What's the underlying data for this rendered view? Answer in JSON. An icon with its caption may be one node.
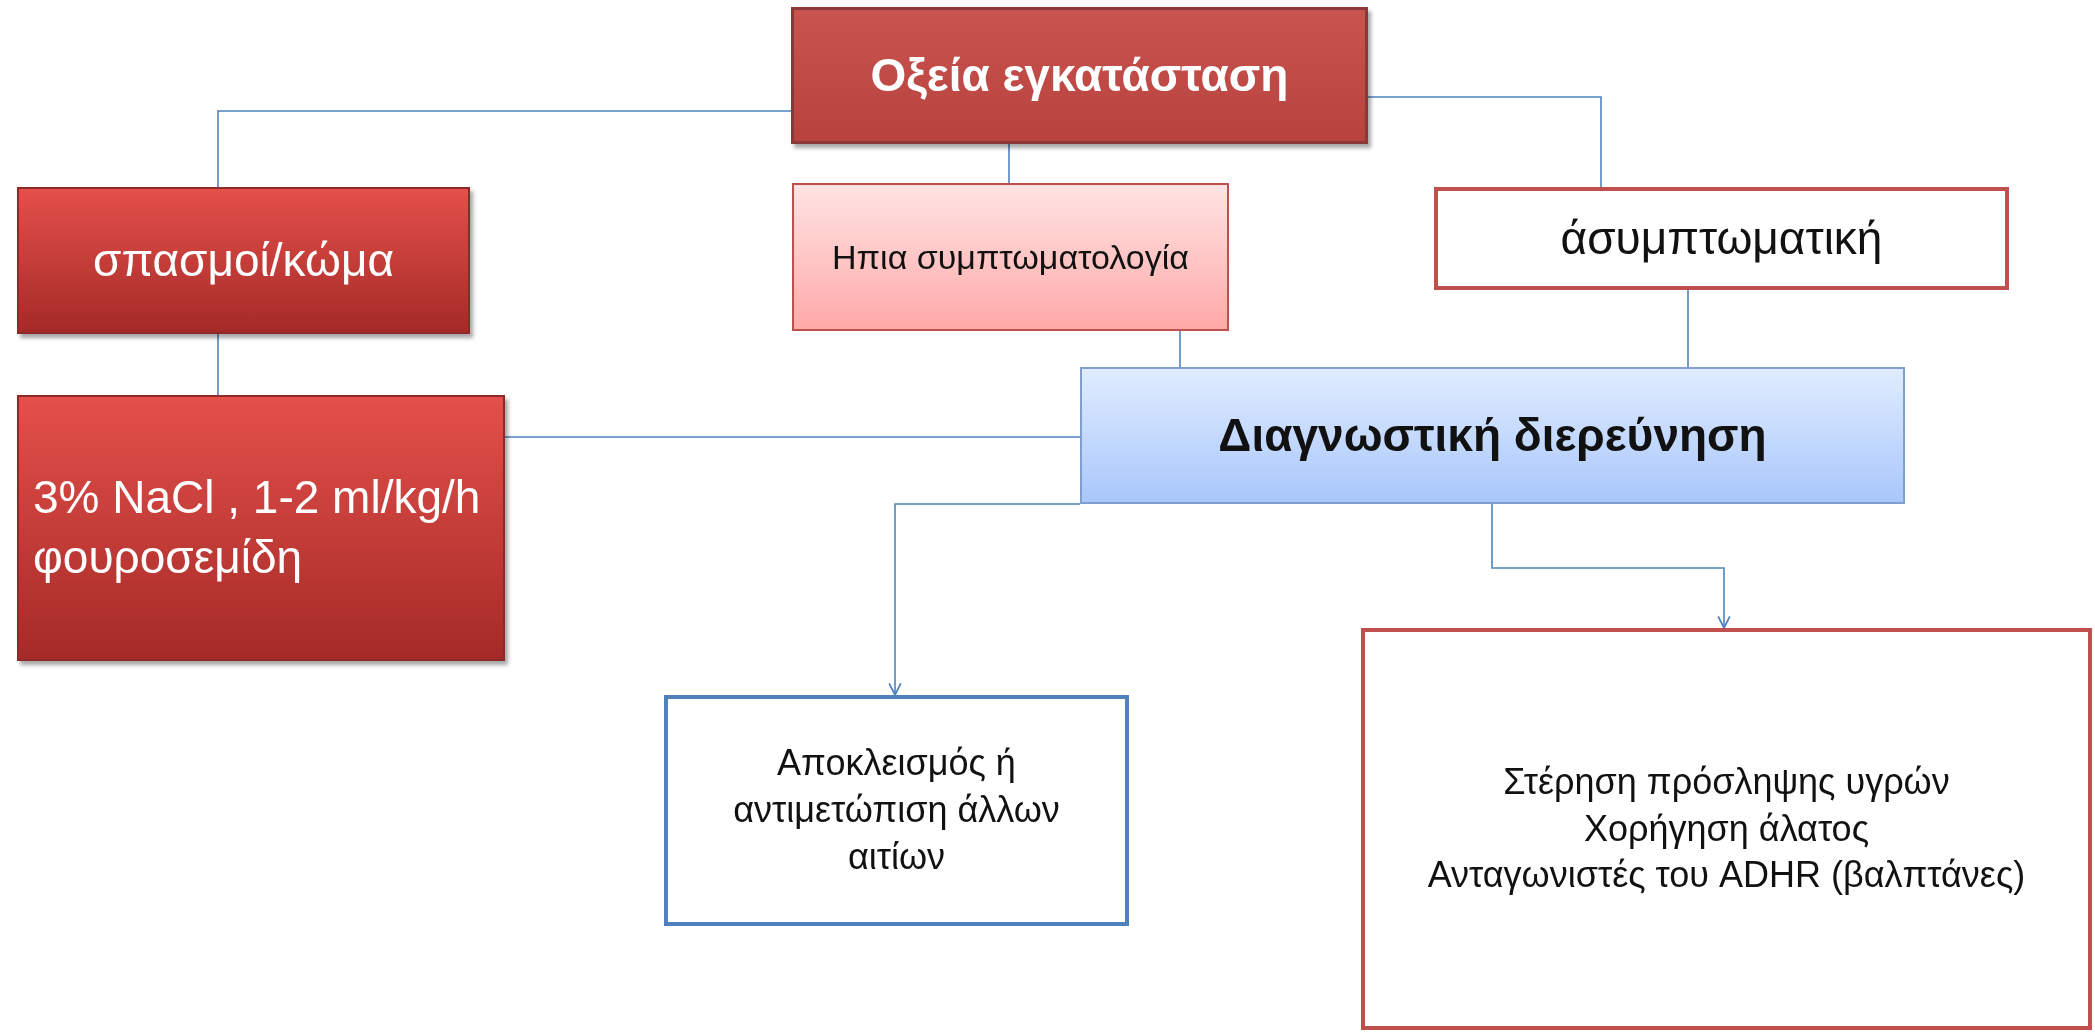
{
  "diagram": {
    "nodes": [
      {
        "text": [
          "Οξεία εγκατάσταση"
        ]
      },
      {
        "text": [
          "σπασμοί/κώμα"
        ]
      },
      {
        "text": [
          "Ηπια συμπτωματολογία"
        ]
      },
      {
        "text": [
          "άσυμπτωματική"
        ]
      },
      {
        "text": [
          "3% NaCl , 1-2 ml/kg/h",
          "φουροσεμίδη"
        ]
      },
      {
        "text": [
          "Διαγνωστική διερεύνηση"
        ]
      },
      {
        "text": [
          "Αποκλεισμός ή αντιμετώπιση άλλων αιτίων"
        ]
      },
      {
        "text": [
          "Στέρηση πρόσληψης υγρών",
          "Χορήγηση άλατος",
          "Ανταγωνιστές του ADHR (βαλπτάνες)"
        ]
      }
    ],
    "edges": [
      {
        "from": 0,
        "to": 1,
        "arrow": "none"
      },
      {
        "from": 0,
        "to": 2,
        "arrow": "none"
      },
      {
        "from": 0,
        "to": 3,
        "arrow": "none"
      },
      {
        "from": 1,
        "to": 4,
        "arrow": "none"
      },
      {
        "from": 2,
        "to": 5,
        "arrow": "none"
      },
      {
        "from": 3,
        "to": 5,
        "arrow": "none"
      },
      {
        "from": 4,
        "to": 5,
        "arrow": "none"
      },
      {
        "from": 5,
        "to": 6,
        "arrow": "to"
      },
      {
        "from": 5,
        "to": 7,
        "arrow": "to"
      }
    ]
  }
}
